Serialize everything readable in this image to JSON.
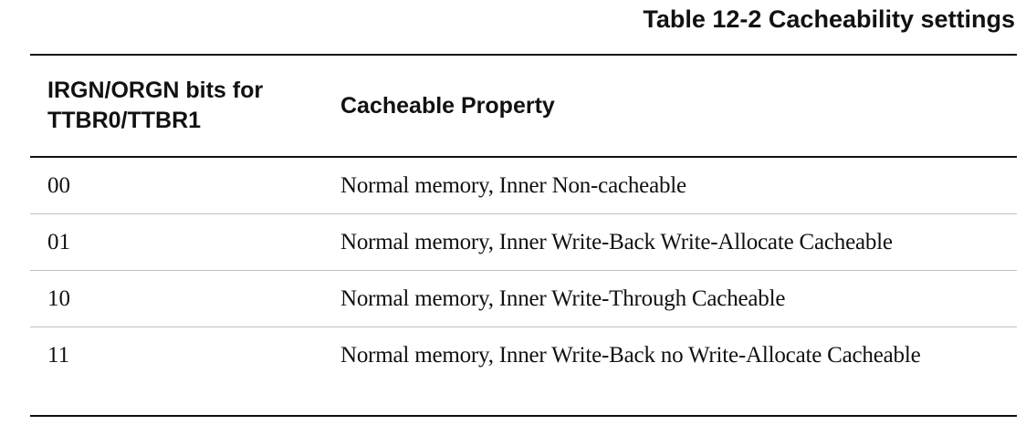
{
  "caption": "Table 12-2 Cacheability settings",
  "table": {
    "headers": [
      "IRGN/ORGN bits for\nTTBR0/TTBR1",
      "Cacheable Property"
    ],
    "rows": [
      {
        "bits": "00",
        "property": "Normal memory, Inner Non-cacheable"
      },
      {
        "bits": "01",
        "property": "Normal memory, Inner Write-Back Write-Allocate Cacheable"
      },
      {
        "bits": "10",
        "property": "Normal memory, Inner Write-Through Cacheable"
      },
      {
        "bits": "11",
        "property": "Normal memory, Inner Write-Back no Write-Allocate Cacheable"
      }
    ]
  }
}
